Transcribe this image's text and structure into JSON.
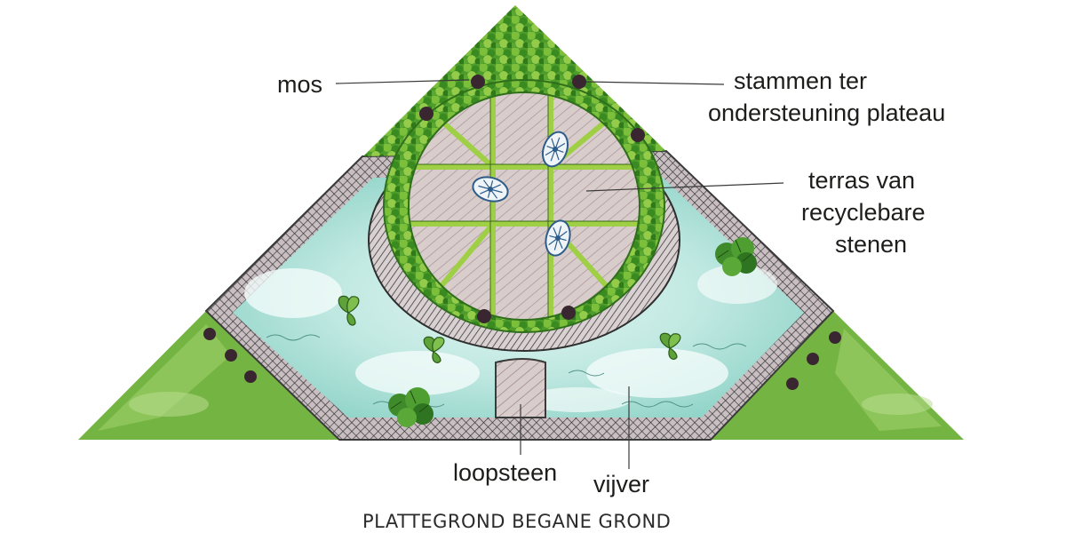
{
  "labels": {
    "mos": "mos",
    "stammen_line1": "stammen ter",
    "stammen_line2": "ondersteuning plateau",
    "terras_line1": "terras van",
    "terras_line2": "recyclebare",
    "terras_line3": "stenen",
    "loopsteen": "loopsteen",
    "vijver": "vijver"
  },
  "caption": "PLATTEGROND BEGANE GROND",
  "colors": {
    "grass": "#6fb03d",
    "grass_light": "#a8d47a",
    "moss": "#3f8f28",
    "moss_light": "#8cc63f",
    "water": "#9fd9cf",
    "water_light": "#d8f1ee",
    "stone": "#cfc3c0",
    "stone_dark": "#8a7a82",
    "hatch": "#3b3b3b",
    "post": "#3a2630",
    "text": "#1d1d1b"
  },
  "icons": [
    "fan-icon",
    "leaf-plant-icon",
    "shrub-icon",
    "post-dot-icon"
  ]
}
